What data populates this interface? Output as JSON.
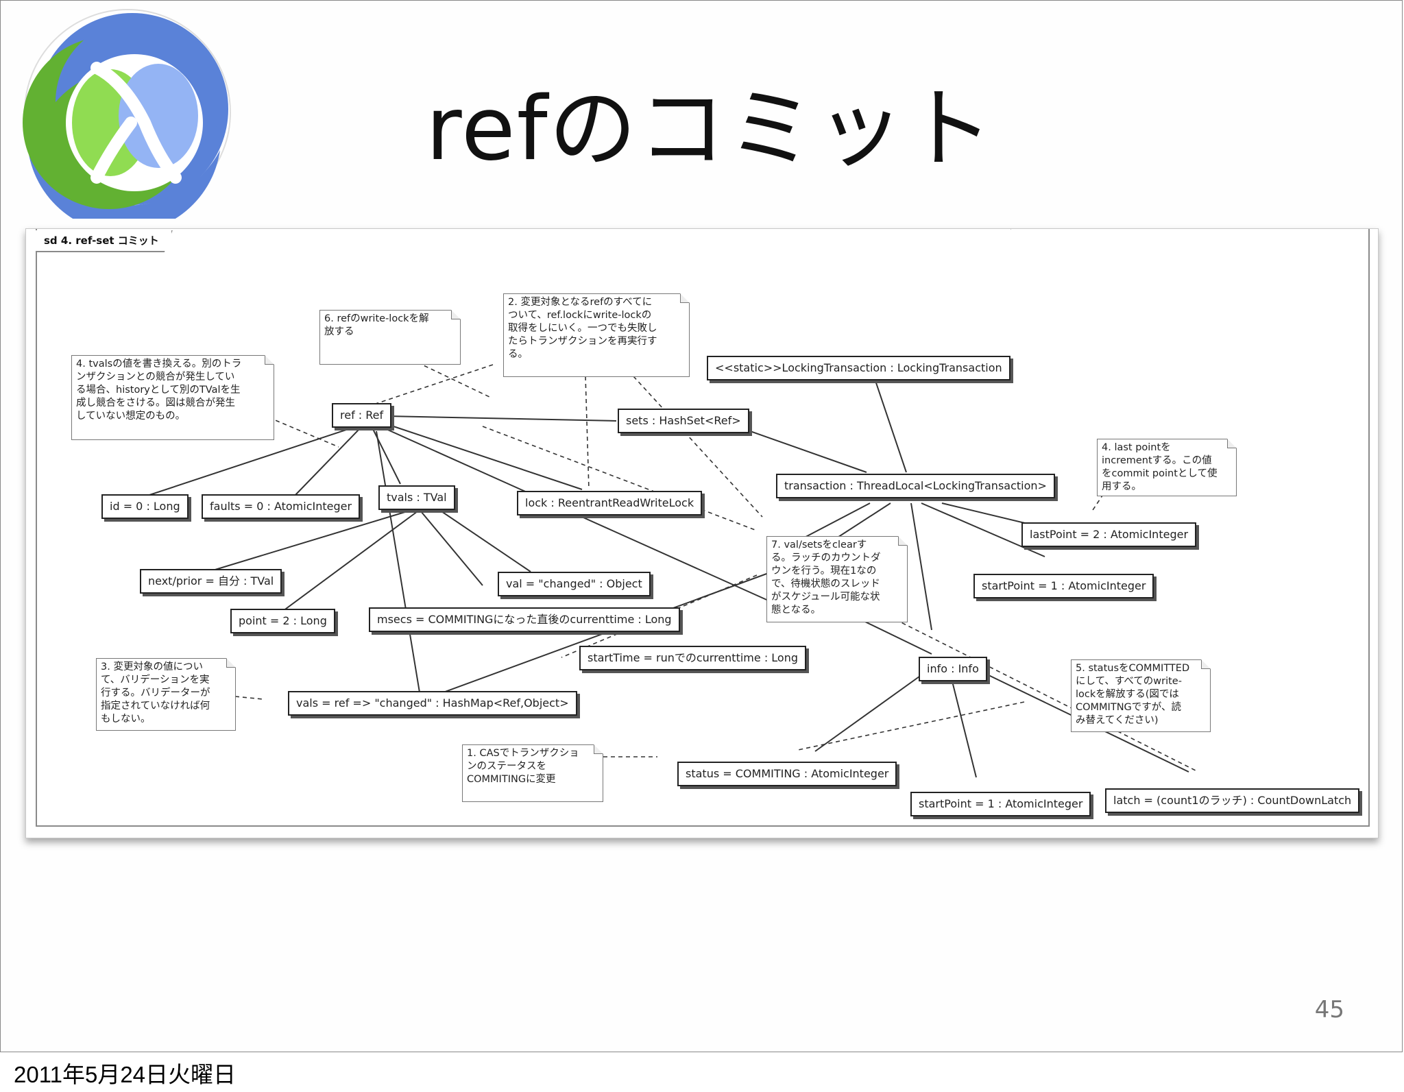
{
  "slide": {
    "title": "refのコミット",
    "page_number": "45",
    "footer_date": "2011年5月24日火曜日"
  },
  "logo": {
    "name": "clojure-logo-icon",
    "colors": {
      "blue": "#5a82d8",
      "light_blue": "#94b4f4",
      "green": "#62b132",
      "light_green": "#90dc52"
    }
  },
  "diagram": {
    "frame_label": "sd 4. ref-set コミット",
    "objects": {
      "static_tx": "<<static>>LockingTransaction : LockingTransaction",
      "ref": "ref : Ref",
      "sets": "sets : HashSet<Ref>",
      "transaction": "transaction : ThreadLocal<LockingTransaction>",
      "id": "id = 0 : Long",
      "faults": "faults = 0 : AtomicInteger",
      "tvals": "tvals : TVal",
      "lock": "lock : ReentrantReadWriteLock",
      "lastPoint": "lastPoint = 2 : AtomicInteger",
      "next_prior": "next/prior = 自分 : TVal",
      "val": "val = \"changed\" : Object",
      "startPoint_top": "startPoint = 1 : AtomicInteger",
      "point": "point = 2 : Long",
      "msecs": "msecs = COMMITINGになった直後のcurrenttime : Long",
      "startTime": "startTime = runでのcurrenttime : Long",
      "info": "info : Info",
      "vals": "vals = ref => \"changed\" : HashMap<Ref,Object>",
      "status": "status = COMMITING : AtomicInteger",
      "startPoint_bottom": "startPoint = 1 : AtomicInteger",
      "latch": "latch = (count1のラッチ) : CountDownLatch"
    },
    "notes": {
      "n6": [
        "6. refのwrite-lockを解",
        "放する"
      ],
      "n2": [
        "2. 変更対象となるrefのすべてに",
        "ついて、ref.lockにwrite-lockの",
        "取得をしにいく。一つでも失敗し",
        "たらトランザクションを再実行す",
        "る。"
      ],
      "n4a": [
        "4. tvalsの値を書き換える。別のトラ",
        "ンザクションとの競合が発生してい",
        "る場合、historyとして別のTValを生",
        "成し競合をさける。図は競合が発生",
        "していない想定のもの。"
      ],
      "n4b": [
        "4. last pointを",
        "incrementする。この値",
        "をcommit pointとして使",
        "用する。"
      ],
      "n7": [
        "7. val/setsをclearす",
        "る。ラッチのカウントダ",
        "ウンを行う。現在1なの",
        "で、待機状態のスレッド",
        "がスケジュール可能な状",
        "態となる。"
      ],
      "n3": [
        "3. 変更対象の値につい",
        "て、バリデーションを実",
        "行する。バリデーターが",
        "指定されていなければ何",
        "もしない。"
      ],
      "n5": [
        "5. statusをCOMMITTED",
        "にして、すべてのwrite-",
        "lockを解放する(図では",
        "COMMITNGですが、読",
        "み替えてください)"
      ],
      "n1": [
        "1. CASでトランザクショ",
        "ンのステータスを",
        "COMMITINGに変更"
      ]
    }
  }
}
